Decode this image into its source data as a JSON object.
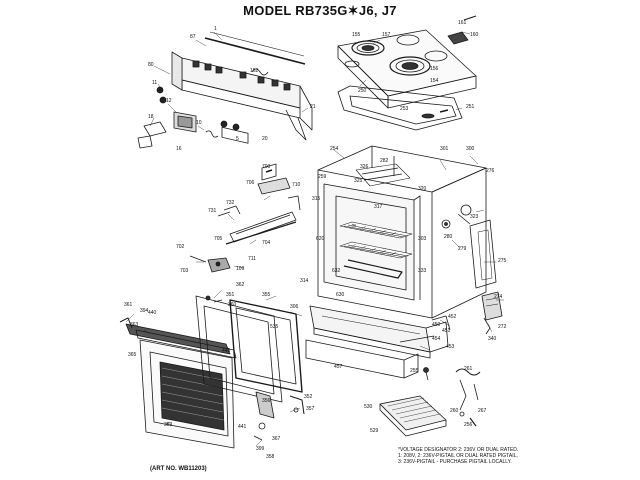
{
  "title": "MODEL RB735G✶J6, J7",
  "art_number": "(ART NO. WB11203)",
  "notes": [
    "*VOLTAGE DESIGNATOR 2: 236V OR DUAL RATED.",
    "1: 208V, 2: 236V-PIGTAIL OR DUAL RATED PIGTAIL,",
    "3: 236V-PIGTAIL - PURCHASE PIGTAIL LOCALLY."
  ],
  "callouts": [
    {
      "id": "c87",
      "text": "87"
    },
    {
      "id": "c1",
      "text": "1"
    },
    {
      "id": "c80",
      "text": "80"
    },
    {
      "id": "c11",
      "text": "11"
    },
    {
      "id": "c12",
      "text": "12"
    },
    {
      "id": "c18",
      "text": "18"
    },
    {
      "id": "c10",
      "text": "10"
    },
    {
      "id": "c16",
      "text": "16"
    },
    {
      "id": "c5",
      "text": "5"
    },
    {
      "id": "c20",
      "text": "20"
    },
    {
      "id": "c21",
      "text": "21"
    },
    {
      "id": "c162",
      "text": "162"
    },
    {
      "id": "c160",
      "text": "160"
    },
    {
      "id": "c161",
      "text": "161"
    },
    {
      "id": "c157",
      "text": "157"
    },
    {
      "id": "c155",
      "text": "155"
    },
    {
      "id": "c156",
      "text": "156"
    },
    {
      "id": "c154",
      "text": "154"
    },
    {
      "id": "c251",
      "text": "251"
    },
    {
      "id": "c250",
      "text": "250"
    },
    {
      "id": "c253",
      "text": "253"
    },
    {
      "id": "c254",
      "text": "254"
    },
    {
      "id": "c300",
      "text": "300"
    },
    {
      "id": "c301",
      "text": "301"
    },
    {
      "id": "c276",
      "text": "276"
    },
    {
      "id": "c280",
      "text": "280"
    },
    {
      "id": "c279",
      "text": "279"
    },
    {
      "id": "c303",
      "text": "303"
    },
    {
      "id": "c323",
      "text": "323"
    },
    {
      "id": "c275",
      "text": "275"
    },
    {
      "id": "c274",
      "text": "274"
    },
    {
      "id": "c272",
      "text": "272"
    },
    {
      "id": "c340",
      "text": "340"
    },
    {
      "id": "c451",
      "text": "451"
    },
    {
      "id": "c452",
      "text": "452"
    },
    {
      "id": "c450",
      "text": "450"
    },
    {
      "id": "c454",
      "text": "454"
    },
    {
      "id": "c453",
      "text": "453"
    },
    {
      "id": "c457",
      "text": "457"
    },
    {
      "id": "c255",
      "text": "255"
    },
    {
      "id": "c530",
      "text": "530"
    },
    {
      "id": "c529",
      "text": "529"
    },
    {
      "id": "c261",
      "text": "261"
    },
    {
      "id": "c260",
      "text": "260"
    },
    {
      "id": "c267",
      "text": "267"
    },
    {
      "id": "c256",
      "text": "256"
    },
    {
      "id": "c700",
      "text": "700"
    },
    {
      "id": "c704",
      "text": "704"
    },
    {
      "id": "c702",
      "text": "702"
    },
    {
      "id": "c706",
      "text": "706"
    },
    {
      "id": "c710",
      "text": "710"
    },
    {
      "id": "c731",
      "text": "731"
    },
    {
      "id": "c732",
      "text": "732"
    },
    {
      "id": "c705",
      "text": "705"
    },
    {
      "id": "c703",
      "text": "703"
    },
    {
      "id": "c109",
      "text": "109"
    },
    {
      "id": "c711",
      "text": "711"
    },
    {
      "id": "c314",
      "text": "314"
    },
    {
      "id": "c306",
      "text": "306"
    },
    {
      "id": "c352",
      "text": "352"
    },
    {
      "id": "c351",
      "text": "351"
    },
    {
      "id": "c355",
      "text": "355"
    },
    {
      "id": "c356",
      "text": "356"
    },
    {
      "id": "c362",
      "text": "362"
    },
    {
      "id": "c360",
      "text": "360"
    },
    {
      "id": "c357",
      "text": "357"
    },
    {
      "id": "c399",
      "text": "399"
    },
    {
      "id": "c367",
      "text": "367"
    },
    {
      "id": "c358",
      "text": "358"
    },
    {
      "id": "c359",
      "text": "359"
    },
    {
      "id": "c365",
      "text": "365"
    },
    {
      "id": "c394",
      "text": "394"
    },
    {
      "id": "c361",
      "text": "361"
    },
    {
      "id": "c363",
      "text": "363"
    },
    {
      "id": "c440",
      "text": "440"
    },
    {
      "id": "c445",
      "text": "445"
    },
    {
      "id": "c535",
      "text": "535"
    },
    {
      "id": "c441",
      "text": "441"
    },
    {
      "id": "c315",
      "text": "315"
    },
    {
      "id": "c317",
      "text": "317"
    },
    {
      "id": "c320",
      "text": "320"
    },
    {
      "id": "c326",
      "text": "326"
    },
    {
      "id": "c282",
      "text": "282"
    },
    {
      "id": "c620",
      "text": "620"
    },
    {
      "id": "c632",
      "text": "632"
    },
    {
      "id": "c630",
      "text": "630"
    },
    {
      "id": "c333",
      "text": "333"
    },
    {
      "id": "c259",
      "text": "259"
    },
    {
      "id": "c325",
      "text": "325"
    }
  ]
}
